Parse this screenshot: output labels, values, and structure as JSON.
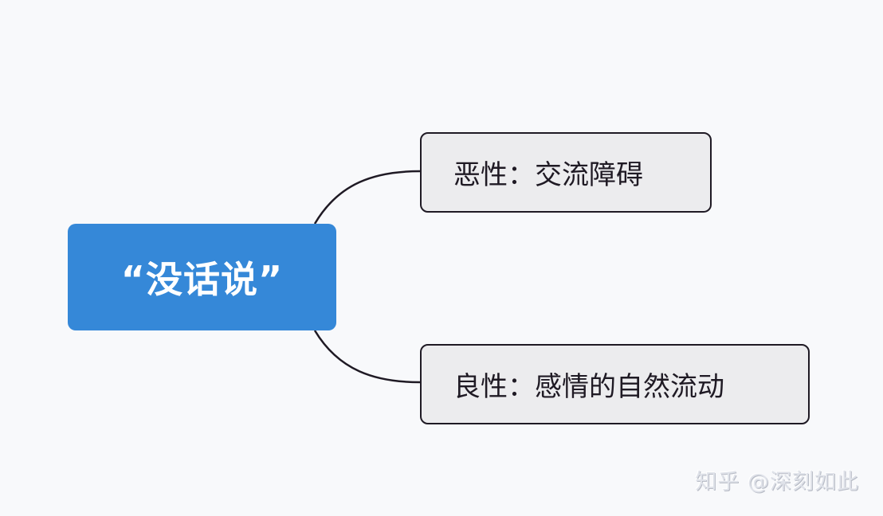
{
  "diagram": {
    "type": "mind-map",
    "root": {
      "label": "“没话说”",
      "color": "#3588d8"
    },
    "branches": [
      {
        "label": "恶性：交流障碍"
      },
      {
        "label": "良性：感情的自然流动"
      }
    ],
    "link_color": "#1f1a24",
    "node_border_color": "#1f1a24",
    "node_fill_color": "#ececee"
  },
  "watermark": {
    "text": "知乎 @深刻如此"
  }
}
